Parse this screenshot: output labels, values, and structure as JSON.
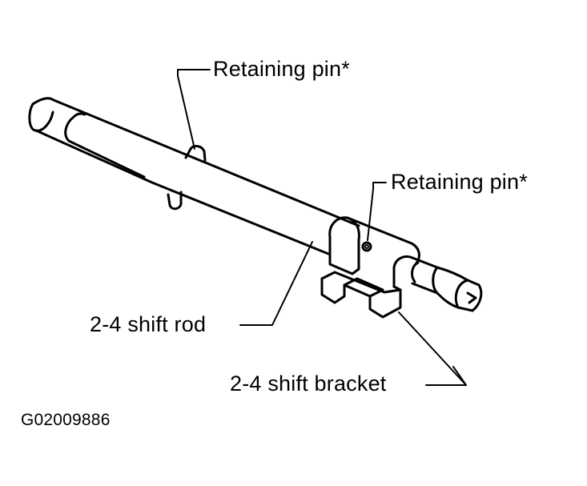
{
  "labels": {
    "retaining_pin_top": "Retaining pin*",
    "retaining_pin_right": "Retaining pin*",
    "shift_rod": "2-4 shift rod",
    "shift_bracket": "2-4 shift bracket"
  },
  "figure_code": "G02009886",
  "colors": {
    "ink": "#000000",
    "background": "#ffffff"
  }
}
